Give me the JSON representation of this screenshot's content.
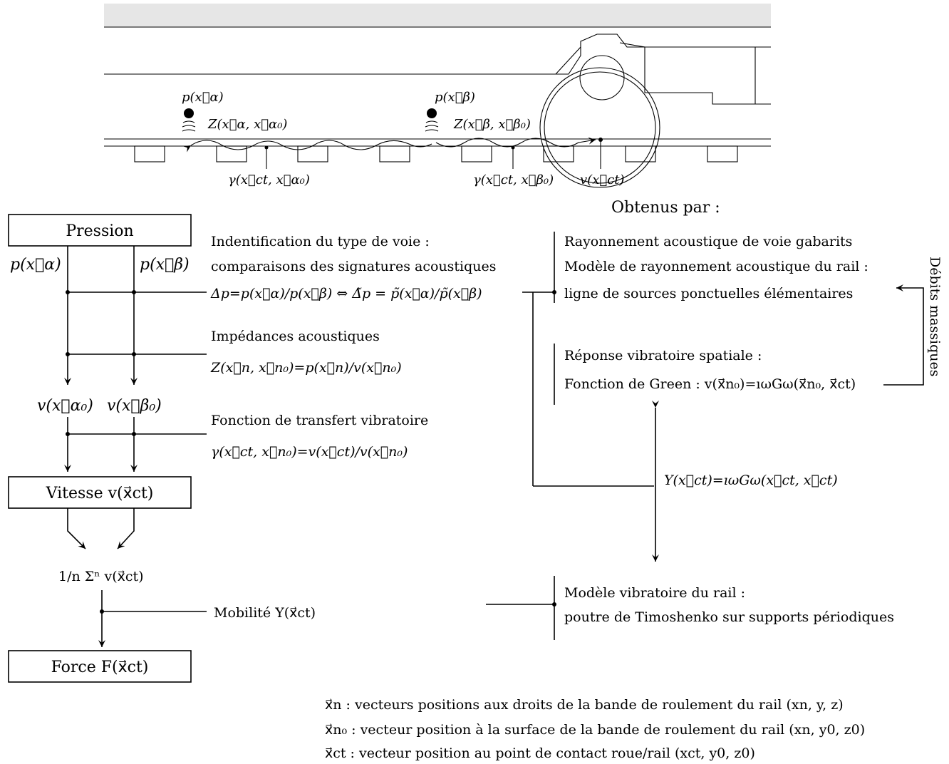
{
  "train": {
    "p_alpha": "p(x⃗α)",
    "p_beta": "p(x⃗β)",
    "z_alpha": "Z(x⃗α, x⃗α₀)",
    "z_beta": "Z(x⃗β, x⃗β₀)",
    "gamma_alpha": "γ(x⃗ct, x⃗α₀)",
    "gamma_beta": "γ(x⃗ct, x⃗β₀)",
    "v_ct": "v(x⃗ct)"
  },
  "flow": {
    "box_pression": "Pression",
    "p_alpha": "p(x⃗α)",
    "p_beta": "p(x⃗β)",
    "v_alpha0": "v(x⃗α₀)",
    "v_beta0": "v(x⃗β₀)",
    "box_vitesse": "Vitesse v(x⃗ct)",
    "sum": "1/n Σⁿ v(x⃗ct)",
    "box_force": "Force F(x⃗ct)"
  },
  "labels": {
    "ident_1": "Indentification du type de voie :",
    "ident_2": "comparaisons des signatures acoustiques",
    "ident_3": "Δp=p(x⃗α)/p(x⃗β) ⇔ Δ̃p = p̃(x⃗α)/p̃(x⃗β)",
    "imp_1": "Impédances acoustiques",
    "imp_2": "Z(x⃗n, x⃗n₀)=p(x⃗n)/v(x⃗n₀)",
    "ft_1": "Fonction de transfert vibratoire",
    "ft_2": "γ(x⃗ct, x⃗n₀)=v(x⃗ct)/v(x⃗n₀)",
    "mobilite": "Mobilité Y(x⃗ct)"
  },
  "right": {
    "obtenus": "Obtenus par :",
    "ray_1": "Rayonnement acoustique de voie gabarits",
    "ray_2": "Modèle de rayonnement acoustique du rail :",
    "ray_3": "ligne de sources ponctuelles élémentaires",
    "debits": "Débits massiques",
    "rep_1": "Réponse vibratoire spatiale :",
    "rep_2": "Fonction de Green : v(x⃗n₀)=ıωGω(x⃗n₀, x⃗ct)",
    "y_eq": "Y(x⃗ct)=ıωGω(x⃗ct, x⃗ct)",
    "mod_1": "Modèle vibratoire du rail :",
    "mod_2": "poutre de Timoshenko sur supports périodiques"
  },
  "legend": {
    "line_1": "x⃗n : vecteurs positions aux droits de la bande de roulement du rail (xn, y, z)",
    "line_2": "x⃗n₀ : vecteur position à la surface de la bande de roulement du rail (xn, y0, z0)",
    "line_3": "x⃗ct : vecteur position au point de contact roue/rail (xct, y0, z0)"
  }
}
